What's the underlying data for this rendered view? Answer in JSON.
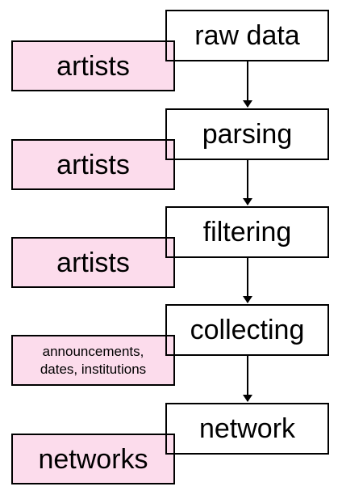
{
  "pipeline": {
    "steps": [
      {
        "label": "raw data",
        "output": "artists"
      },
      {
        "label": "parsing",
        "output": "artists"
      },
      {
        "label": "filtering",
        "output": "artists"
      },
      {
        "label": "collecting",
        "output": "announcements,\ndates, institutions"
      },
      {
        "label": "network",
        "output": "networks"
      }
    ]
  },
  "colors": {
    "output_fill": "#fcdcec",
    "border": "#000000"
  }
}
